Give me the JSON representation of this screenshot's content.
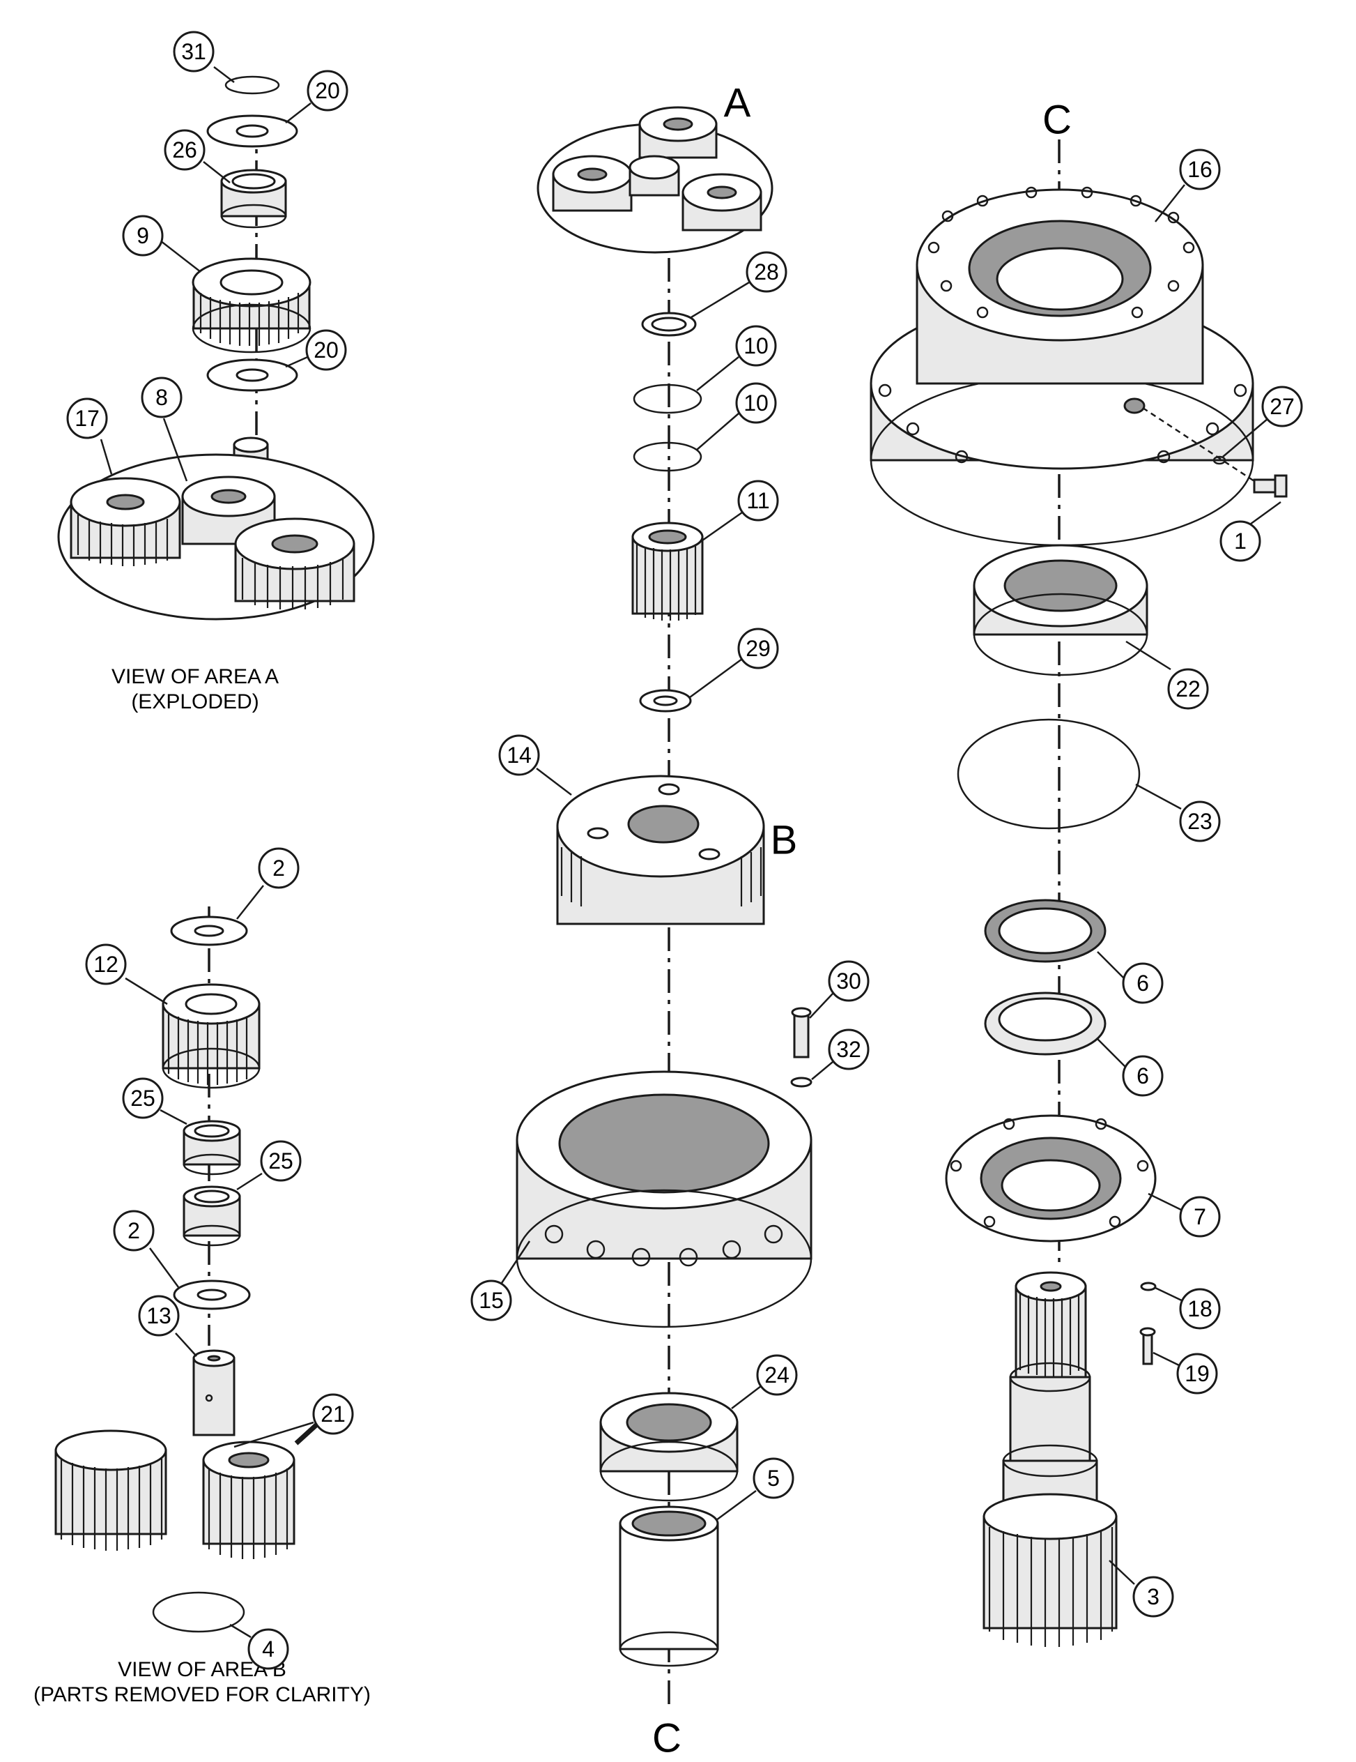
{
  "callouts": [
    "1",
    "2",
    "3",
    "4",
    "5",
    "6",
    "7",
    "8",
    "9",
    "10",
    "11",
    "12",
    "13",
    "14",
    "15",
    "16",
    "17",
    "18",
    "19",
    "20",
    "21",
    "22",
    "23",
    "24",
    "25",
    "26",
    "27",
    "28",
    "29",
    "30",
    "31",
    "32"
  ],
  "area_labels": {
    "a": "A",
    "b": "B",
    "c_top": "C",
    "c_bottom": "C"
  },
  "captions": {
    "view_a_line1": "VIEW OF AREA A",
    "view_a_line2": "(EXPLODED)",
    "view_b_line1": "VIEW OF AREA B",
    "view_b_line2": "(PARTS REMOVED FOR CLARITY)"
  }
}
